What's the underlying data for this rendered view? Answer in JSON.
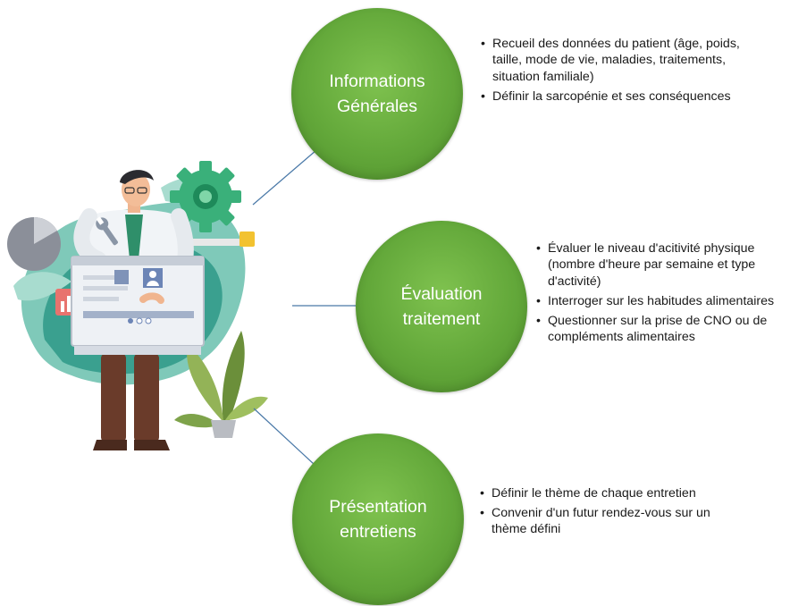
{
  "colors": {
    "circle_green": "#63a83a",
    "connector_blue": "#4a79a8",
    "circle_text": "#ffffff",
    "bullet_text": "#1a1a1a"
  },
  "sections": [
    {
      "title_lines": [
        "Informations",
        "Générales"
      ],
      "bullets": [
        "Recueil des données du patient (âge, poids, taille, mode de vie, maladies, traitements, situation familiale)",
        "Définir la sarcopénie et ses conséquences"
      ]
    },
    {
      "title_lines": [
        "Évaluation",
        "traitement"
      ],
      "bullets": [
        "Évaluer le niveau d'acitivité physique (nombre d'heure par semaine et type d'activité)",
        "Interroger sur les habitudes alimentaires",
        "Questionner sur la prise de CNO ou de compléments alimentaires"
      ]
    },
    {
      "title_lines": [
        "Présentation",
        "entretiens"
      ],
      "bullets": [
        "Définir le thème de chaque entretien",
        "Convenir d'un futur rendez-vous sur un thème défini"
      ]
    }
  ],
  "illustration_icons": [
    "doctor-figure-icon",
    "gear-icon",
    "pie-chart-icon",
    "bar-chart-icon",
    "profile-card-icon",
    "plant-icon",
    "wrench-icon"
  ]
}
